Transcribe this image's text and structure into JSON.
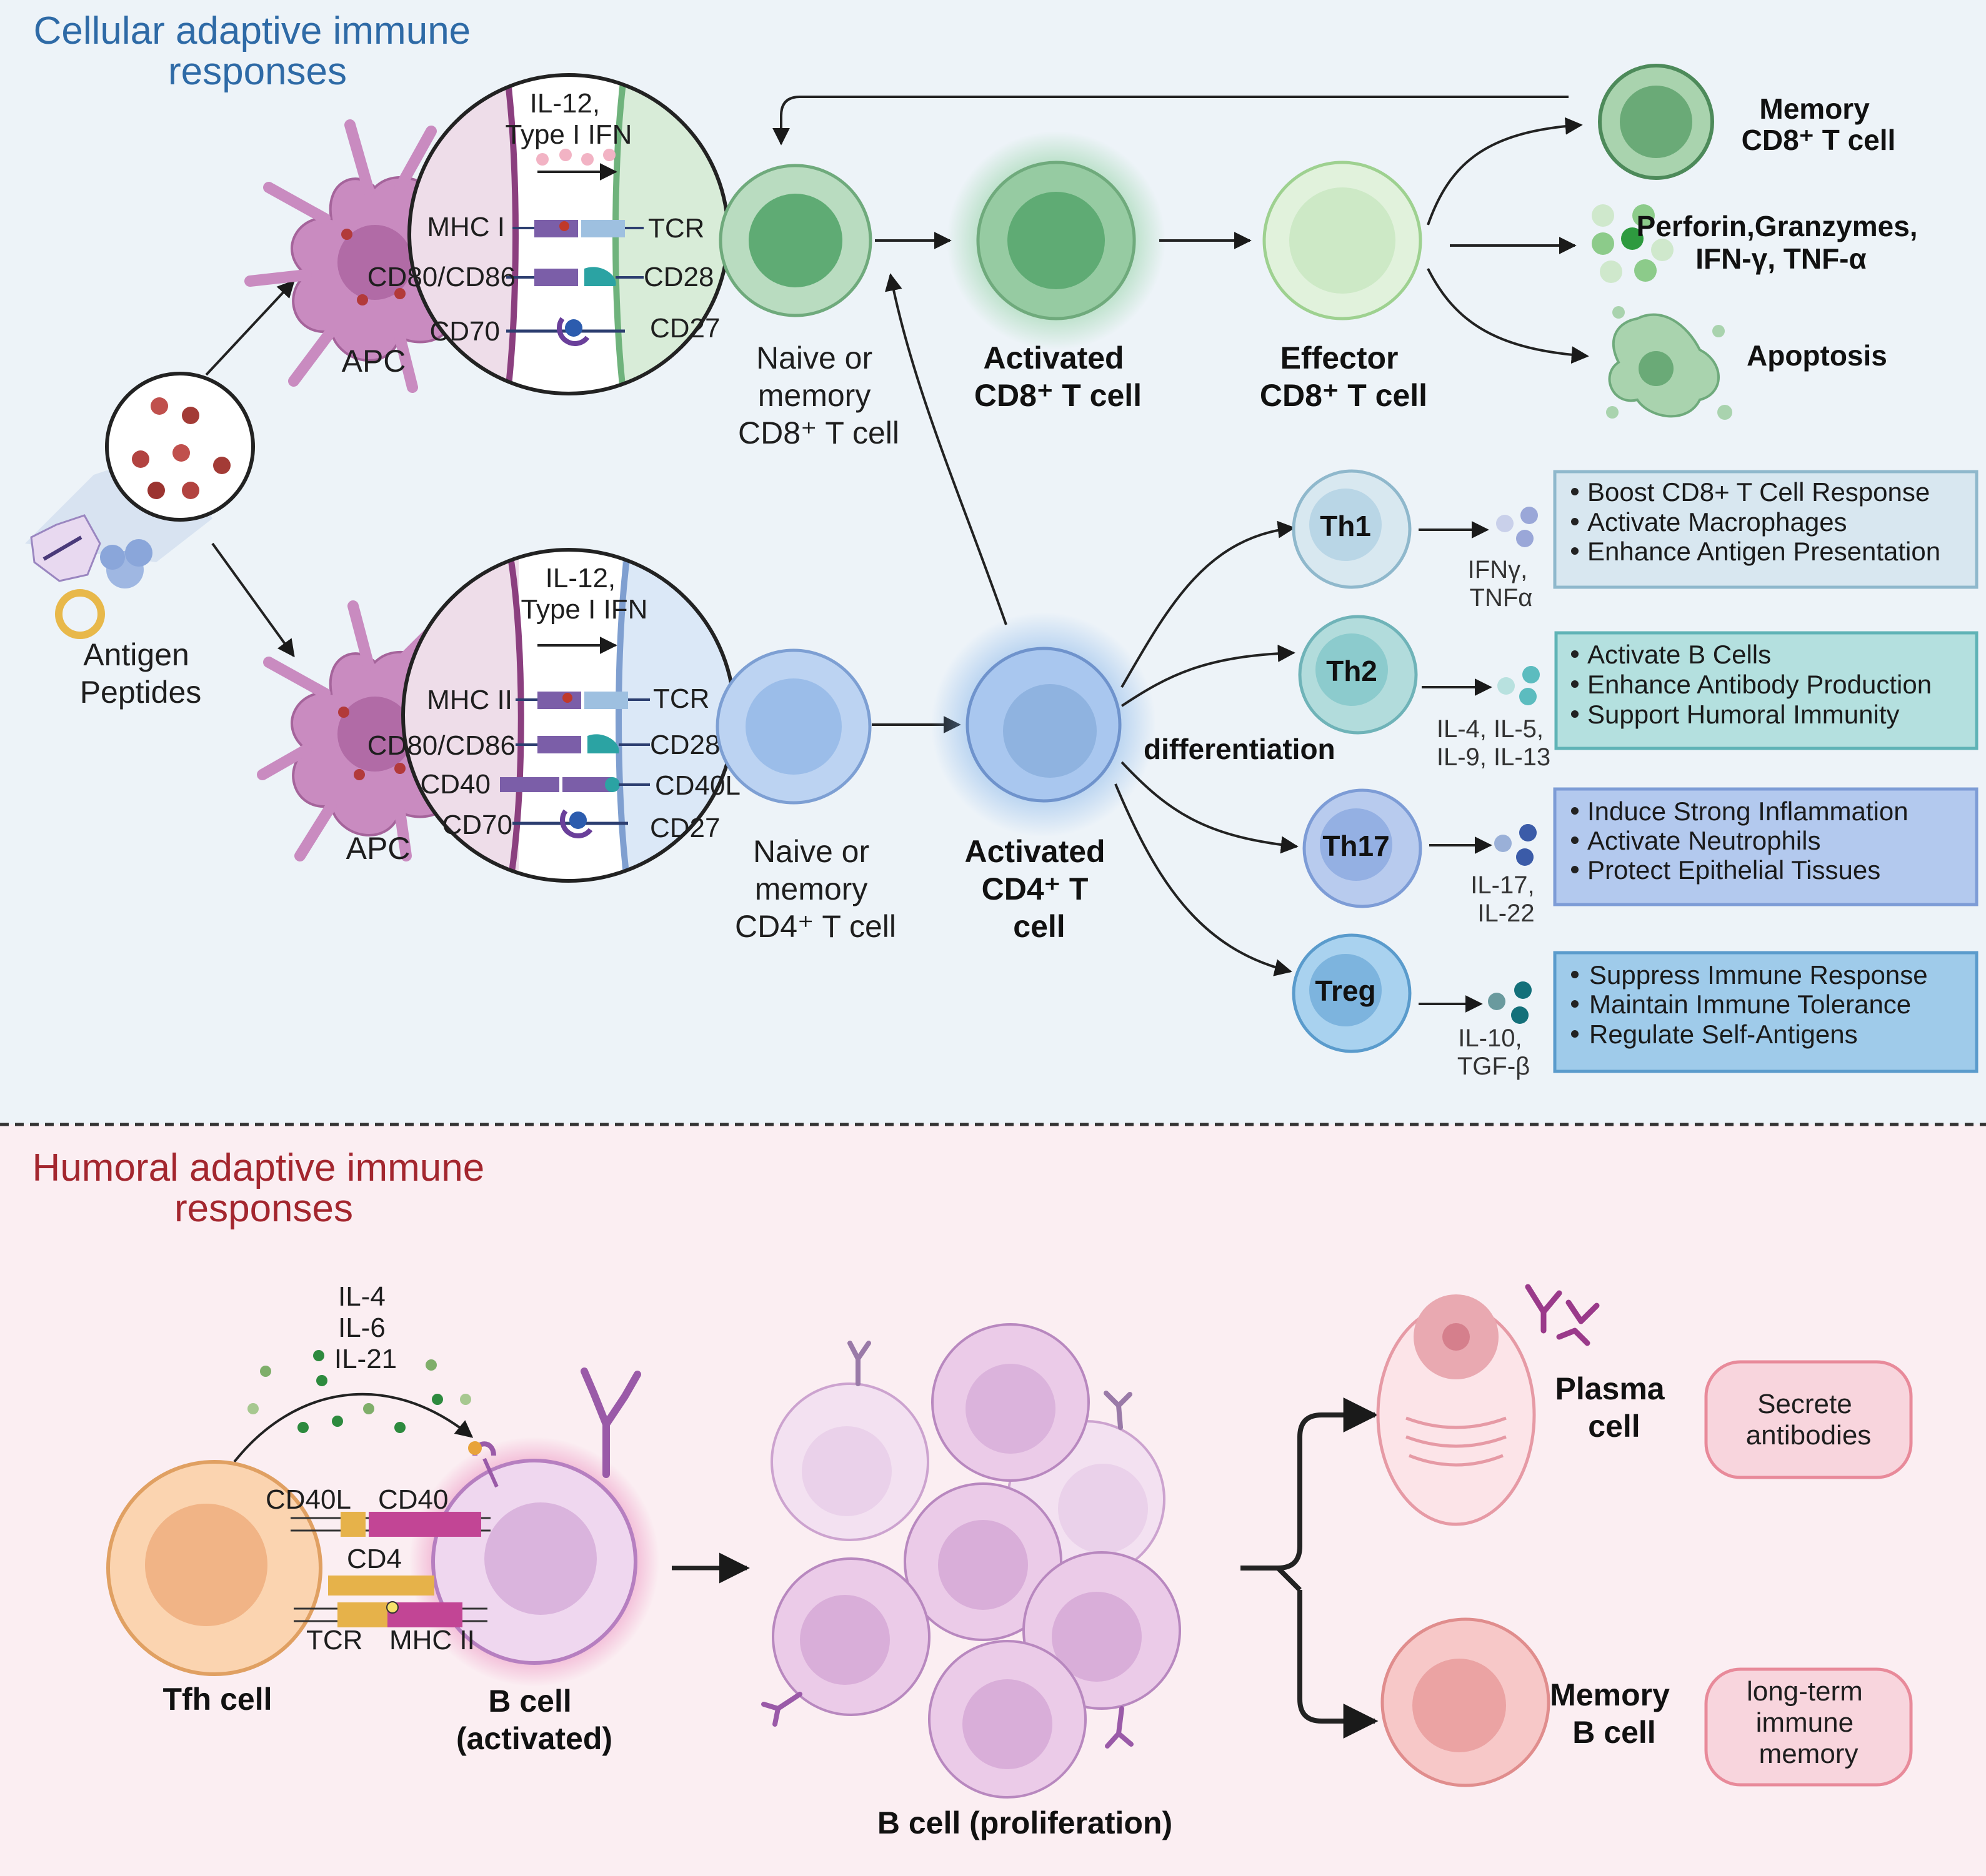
{
  "sections": {
    "cellular_title": [
      "Cellular adaptive immune",
      "responses"
    ],
    "humoral_title": [
      "Humoral adaptive immune",
      "responses"
    ]
  },
  "colors": {
    "cellular_bg": "#edf3f8",
    "humoral_bg": "#fbeef2",
    "cellular_title": "#2e6aa6",
    "humoral_title": "#a3262e",
    "cd8_green": "#7fbf8f",
    "cd4_blue": "#8fb3e0",
    "apc_purple": "#c98bc0"
  },
  "antigen": {
    "label": [
      "Antigen",
      "Peptides"
    ]
  },
  "cd8_synapse": {
    "cytokines": [
      "IL-12,",
      "Type I IFN"
    ],
    "left_labels": [
      "MHC I",
      "CD80/CD86",
      "CD70"
    ],
    "right_labels": [
      "TCR",
      "CD28",
      "CD27"
    ],
    "apc_label": "APC"
  },
  "cd4_synapse": {
    "cytokines": [
      "IL-12,",
      "Type I IFN"
    ],
    "left_labels": [
      "MHC II",
      "CD80/CD86",
      "CD40",
      "CD70"
    ],
    "right_labels": [
      "TCR",
      "CD28",
      "CD40L",
      "CD27"
    ],
    "apc_label": "APC"
  },
  "cd8_path": {
    "naive": [
      "Naive or",
      "memory",
      "CD8⁺ T cell"
    ],
    "activated": [
      "Activated",
      "CD8⁺ T cell"
    ],
    "effector": [
      "Effector",
      "CD8⁺ T cell"
    ],
    "memory": [
      "Memory",
      "CD8⁺ T cell"
    ],
    "molecules": [
      "Perforin,Granzymes,",
      "IFN-γ, TNF-α"
    ],
    "apoptosis": "Apoptosis"
  },
  "cd4_path": {
    "naive": [
      "Naive or",
      "memory",
      "CD4⁺ T cell"
    ],
    "activated": [
      "Activated",
      "CD4⁺ T",
      "cell"
    ],
    "differentiation": "differentiation",
    "subsets": [
      {
        "name": "Th1",
        "cytokines": [
          "IFNγ,",
          "TNFα"
        ],
        "functions": [
          "Boost CD8+ T Cell Response",
          "Activate Macrophages",
          "Enhance Antigen Presentation"
        ]
      },
      {
        "name": "Th2",
        "cytokines": [
          "IL-4, IL-5,",
          "IL-9, IL-13"
        ],
        "functions": [
          "Activate B Cells",
          "Enhance Antibody Production",
          "Support Humoral Immunity"
        ]
      },
      {
        "name": "Th17",
        "cytokines": [
          "IL-17,",
          "IL-22"
        ],
        "functions": [
          "Induce Strong Inflammation",
          "Activate Neutrophils",
          "Protect Epithelial Tissues"
        ]
      },
      {
        "name": "Treg",
        "cytokines": [
          "IL-10,",
          "TGF-β"
        ],
        "functions": [
          "Suppress Immune Response",
          "Maintain Immune Tolerance",
          "Regulate Self-Antigens"
        ]
      }
    ]
  },
  "humoral": {
    "cytokines": [
      "IL-4",
      "IL-6",
      "IL-21"
    ],
    "interface_labels": {
      "cd40l": "CD40L",
      "cd40": "CD40",
      "cd4": "CD4",
      "tcr": "TCR",
      "mhc2": "MHC II"
    },
    "tfh": "Tfh cell",
    "bcell_activated": [
      "B cell",
      "(activated)"
    ],
    "bcell_prolif": "B cell (proliferation)",
    "plasma": [
      "Plasma",
      "cell"
    ],
    "plasma_box": [
      "Secrete",
      "antibodies"
    ],
    "memory_b": [
      "Memory",
      "B cell"
    ],
    "memory_box": [
      "long-term",
      "immune",
      "memory"
    ]
  }
}
